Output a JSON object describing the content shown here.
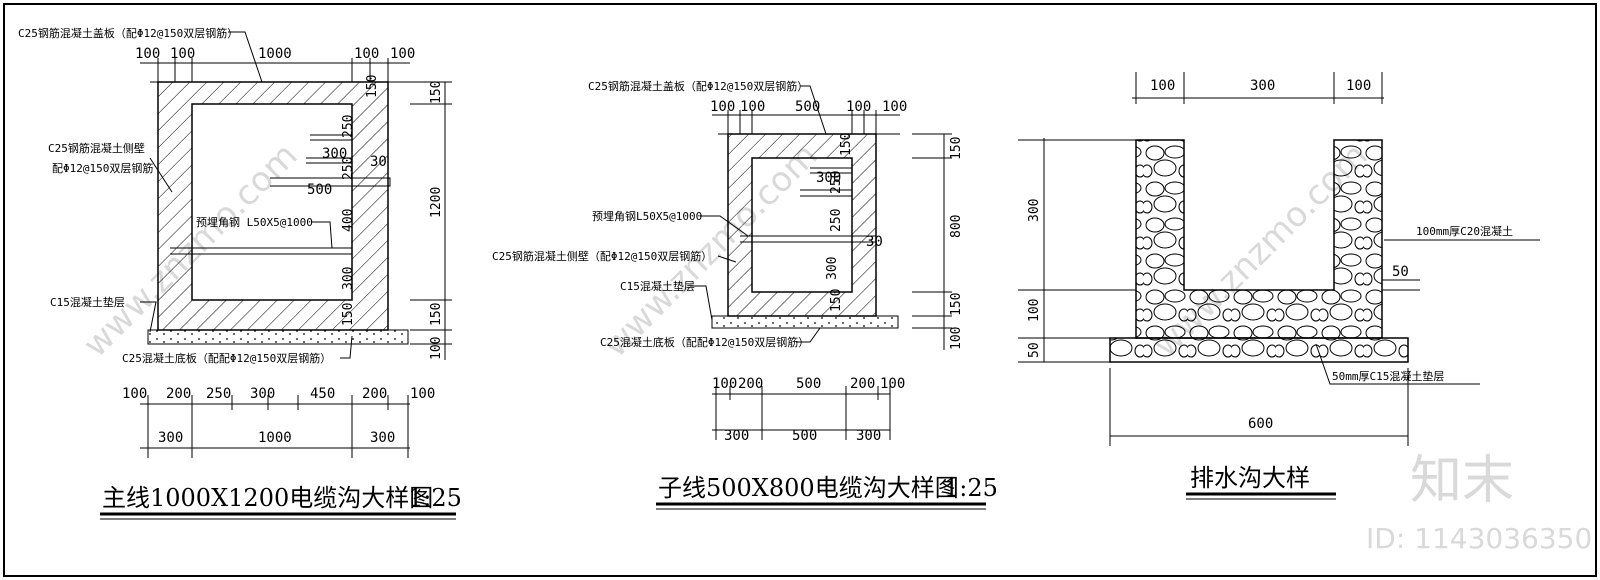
{
  "main_trench": {
    "cover_label": "C25钢筋混凝土盖板（配Φ12@150双层钢筋）",
    "wall_label_1": "C25钢筋混凝土侧壁",
    "wall_label_2": "配Φ12@150双层钢筋",
    "angle_label": "预埋角钢 L50X5@1000",
    "cushion_label": "C15混凝土垫层",
    "base_label": "C25混凝土底板（配配Φ12@150双层钢筋）",
    "top_dims": [
      "100",
      "100",
      "1000",
      "100",
      "100"
    ],
    "side_dims": [
      "150",
      "250",
      "250",
      "400",
      "300",
      "150"
    ],
    "shelf_dims": [
      "300",
      "500",
      "30"
    ],
    "right_dims": [
      "150",
      "1200",
      "150",
      "100"
    ],
    "bottom_row1": [
      "100",
      "200",
      "250",
      "300",
      "450",
      "200",
      "100"
    ],
    "bottom_row2": [
      "300",
      "1000",
      "300"
    ],
    "title": "主线1000X1200电缆沟大样图",
    "scale": "1:25"
  },
  "branch_trench": {
    "cover_label": "C25钢筋混凝土盖板（配Φ12@150双层钢筋）",
    "angle_label": "预埋角钢L50X5@1000",
    "wall_label": "C25钢筋混凝土侧壁（配Φ12@150双层钢筋）",
    "cushion_label": "C15混凝土垫层",
    "base_label": "C25混凝土底板（配配Φ12@150双层钢筋）",
    "top_dims": [
      "100",
      "100",
      "500",
      "100",
      "100"
    ],
    "side_dims": [
      "150",
      "250",
      "250",
      "300",
      "150"
    ],
    "shelf_dims": [
      "300",
      "30"
    ],
    "right_dims": [
      "150",
      "800",
      "150",
      "100"
    ],
    "bottom_row1": [
      "100",
      "200",
      "500",
      "200",
      "100"
    ],
    "bottom_row2": [
      "300",
      "500",
      "300"
    ],
    "title": "子线500X800电缆沟大样图",
    "scale": "1:25"
  },
  "drain": {
    "top_dims": [
      "100",
      "300",
      "100"
    ],
    "left_dims": [
      "300",
      "100",
      "50"
    ],
    "concrete_label": "100mm厚C20混凝土",
    "gap_dim": "50",
    "cushion_label": "50mm厚C15混凝土垫层",
    "bottom_dim": "600",
    "title": "排水沟大样"
  },
  "watermark": {
    "site": "www.znzmo.com",
    "brand": "知末",
    "id_text": "ID: 1143036350"
  }
}
